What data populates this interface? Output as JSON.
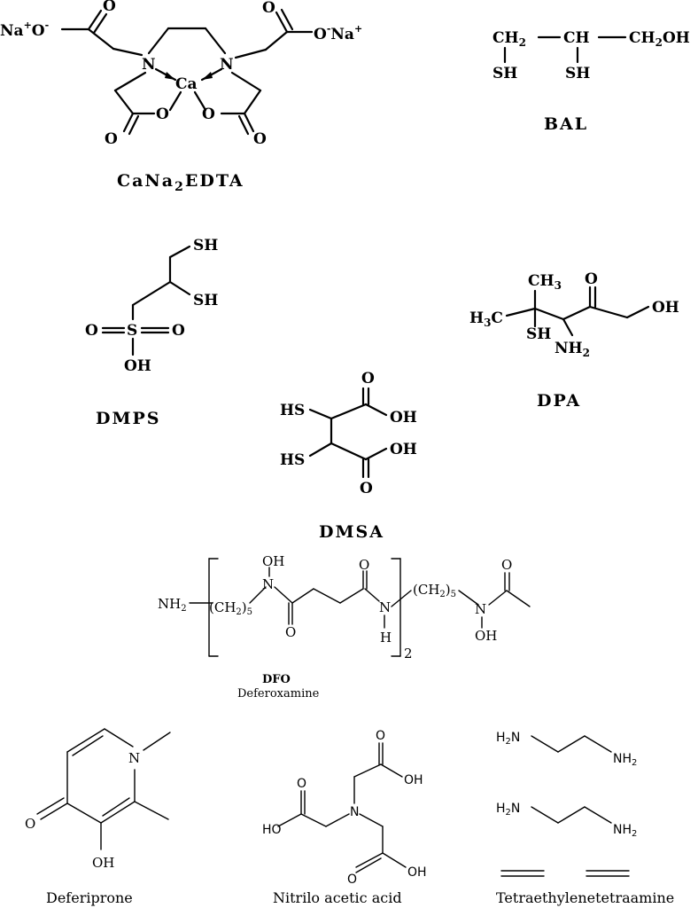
{
  "atoms": {
    "na": "Na",
    "plus": "+",
    "o": "O",
    "minus": "-",
    "n": "N",
    "ca": "Ca",
    "ch2": "CH",
    "two": "2",
    "ch": "CH",
    "ch2oh": "CH",
    "oh_sub": "OH",
    "sh": "SH",
    "hs": "HS",
    "s": "S",
    "oh": "OH",
    "ho": "HO",
    "ch3": "CH",
    "three": "3",
    "h3c": "H",
    "c": "C",
    "nh2": "NH",
    "h": "H",
    "ch2_5": "(CH",
    "five": ")",
    "nh2_sans": "NH",
    "h2n": "H",
    "n_sans": "N",
    "nh2_right": "NH"
  },
  "captions": {
    "edta": "CaNa",
    "edta_sub": "2",
    "edta_tail": "EDTA",
    "bal": "BAL",
    "dmps": "DMPS",
    "dpa": "DPA",
    "dmsa": "DMSA",
    "dfo": "DFO",
    "dfo_full": "Deferoxamine",
    "deferiprone": "Deferiprone",
    "nta": "Nitrilo acetic acid",
    "teta": "Tetraethylenetetraamine"
  },
  "dfo_repeat": "2"
}
